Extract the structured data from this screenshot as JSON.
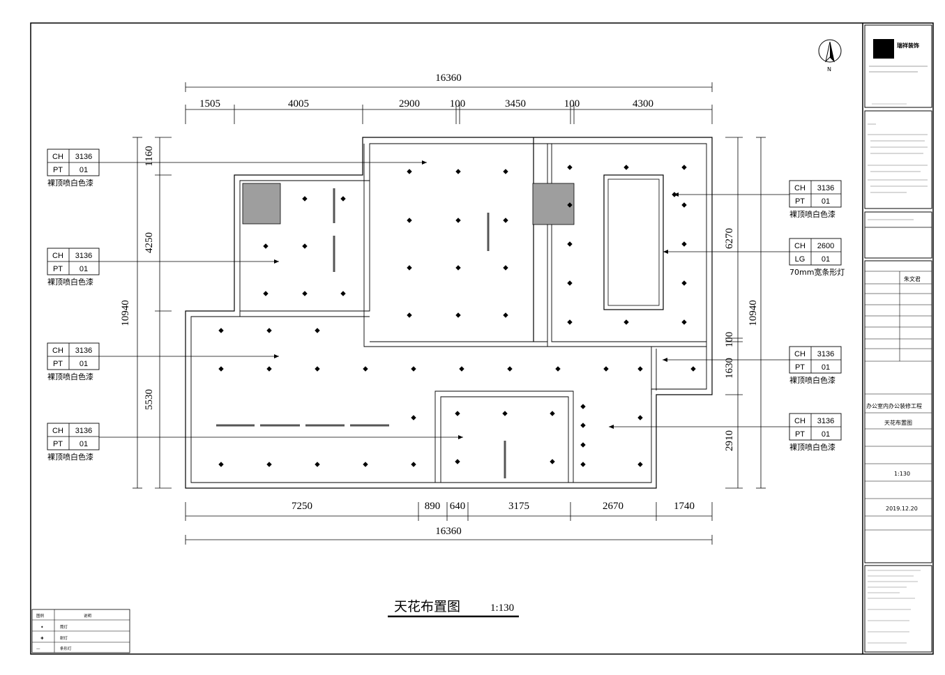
{
  "drawing": {
    "title": "天花布置图",
    "scale": "1:130",
    "north": "N"
  },
  "dimensions": {
    "top_total": "16360",
    "top": [
      "1505",
      "4005",
      "2900",
      "100",
      "3450",
      "100",
      "4300"
    ],
    "bottom": [
      "7250",
      "890",
      "640",
      "3175",
      "2670",
      "1740"
    ],
    "bottom_total": "16360",
    "left_total": "10940",
    "left": [
      "1160",
      "4250",
      "5530"
    ],
    "right_total": "10940",
    "right": [
      "6270",
      "100",
      "1630",
      "2910"
    ]
  },
  "tags": [
    {
      "k1": "CH",
      "v1": "3136",
      "k2": "PT",
      "v2": "01",
      "note": "裸顶喷白色漆"
    },
    {
      "k1": "CH",
      "v1": "3136",
      "k2": "PT",
      "v2": "01",
      "note": "裸顶喷白色漆"
    },
    {
      "k1": "CH",
      "v1": "3136",
      "k2": "PT",
      "v2": "01",
      "note": "裸顶喷白色漆"
    },
    {
      "k1": "CH",
      "v1": "3136",
      "k2": "PT",
      "v2": "01",
      "note": "裸顶喷白色漆"
    },
    {
      "k1": "CH",
      "v1": "3136",
      "k2": "PT",
      "v2": "01",
      "note": "裸顶喷白色漆"
    },
    {
      "k1": "CH",
      "v1": "2600",
      "k2": "LG",
      "v2": "01",
      "note": "70mm宽条形灯"
    },
    {
      "k1": "CH",
      "v1": "3136",
      "k2": "PT",
      "v2": "01",
      "note": "裸顶喷白色漆"
    },
    {
      "k1": "CH",
      "v1": "3136",
      "k2": "PT",
      "v2": "01",
      "note": "裸顶喷白色漆"
    }
  ],
  "title_block": {
    "company": "瑞祥装饰",
    "designer": "朱文君",
    "project": "办公室内办公装修工程",
    "drawing_name": "天花布置图",
    "scale": "1:130",
    "date": "2019.12.20"
  },
  "legend": {
    "header": [
      "图例",
      "说明"
    ],
    "rows": [
      {
        "symbol": "✦",
        "text": "筒灯"
      },
      {
        "symbol": "✚",
        "text": "射灯"
      },
      {
        "symbol": "—",
        "text": "条形灯"
      }
    ]
  }
}
